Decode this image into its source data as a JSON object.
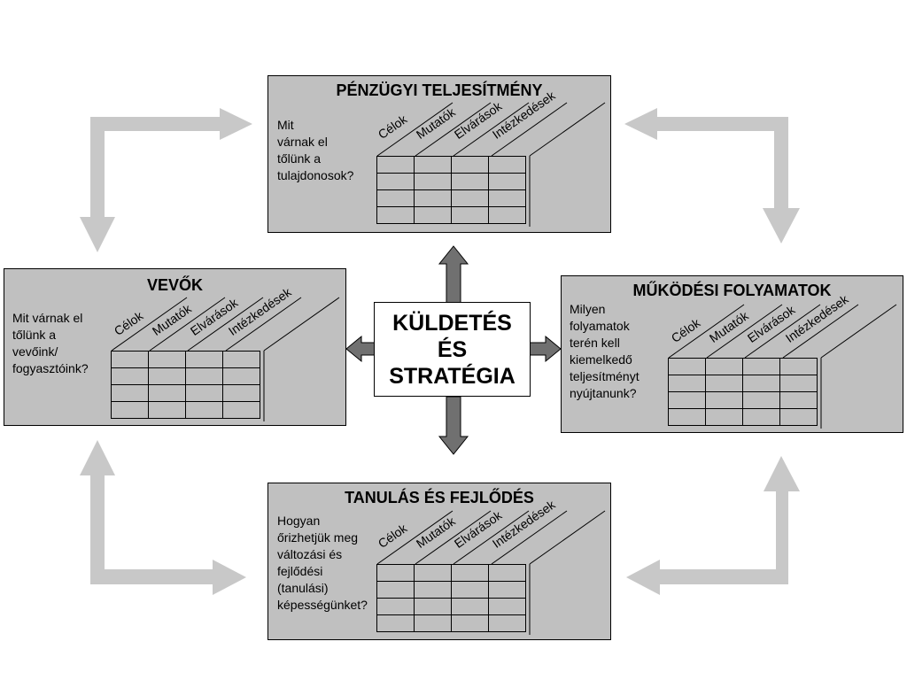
{
  "center": {
    "lines": [
      "KÜLDETÉS",
      "ÉS",
      "STRATÉGIA"
    ]
  },
  "columns": [
    "Célok",
    "Mutatók",
    "Elvárások",
    "Intézkedések"
  ],
  "panels": {
    "financial": {
      "title": "PÉNZÜGYI TELJESÍTMÉNY",
      "question": "Mit\nvárnak el\ntőlünk a\ntulajdonosok?"
    },
    "customers": {
      "title": "VEVŐK",
      "question": "Mit várnak el\ntőlünk a\nvevőink/\nfogyasztóink?"
    },
    "processes": {
      "title": "MŰKÖDÉSI FOLYAMATOK",
      "question": "Milyen\nfolyamatok\nterén kell\nkiemelkedő\nteljesítményt\nnyújtanunk?"
    },
    "learning": {
      "title": "TANULÁS ÉS FEJLŐDÉS",
      "question": "Hogyan\nőrizhetjük meg\nváltozási és\nfejlődési\n(tanulási)\nképességünket?"
    }
  },
  "colors": {
    "panel": "#c0c0c0",
    "cycle_arrow": "#c8c8c8",
    "center_arrow": "#707070",
    "border": "#000000"
  }
}
